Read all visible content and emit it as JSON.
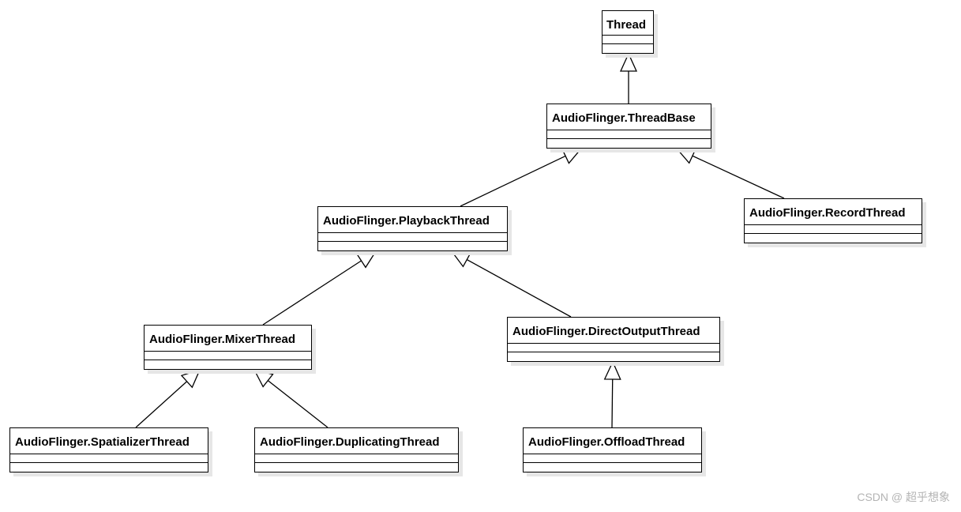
{
  "classes": {
    "thread": "Thread",
    "thread_base": "AudioFlinger.ThreadBase",
    "playback_thread": "AudioFlinger.PlaybackThread",
    "record_thread": "AudioFlinger.RecordThread",
    "mixer_thread": "AudioFlinger.MixerThread",
    "direct_output_thread": "AudioFlinger.DirectOutputThread",
    "spatializer_thread": "AudioFlinger.SpatializerThread",
    "duplicating_thread": "AudioFlinger.DuplicatingThread",
    "offload_thread": "AudioFlinger.OffloadThread"
  },
  "relations": [
    {
      "from": "thread_base",
      "to": "thread"
    },
    {
      "from": "playback_thread",
      "to": "thread_base"
    },
    {
      "from": "record_thread",
      "to": "thread_base"
    },
    {
      "from": "mixer_thread",
      "to": "playback_thread"
    },
    {
      "from": "direct_output_thread",
      "to": "playback_thread"
    },
    {
      "from": "spatializer_thread",
      "to": "mixer_thread"
    },
    {
      "from": "duplicating_thread",
      "to": "mixer_thread"
    },
    {
      "from": "offload_thread",
      "to": "direct_output_thread"
    }
  ],
  "watermark": "CSDN @ 超乎想象",
  "colors": {
    "line": "#000000",
    "box_fill": "#ffffff",
    "shadow": "#e6e6e6",
    "watermark": "#b4b4b4"
  }
}
